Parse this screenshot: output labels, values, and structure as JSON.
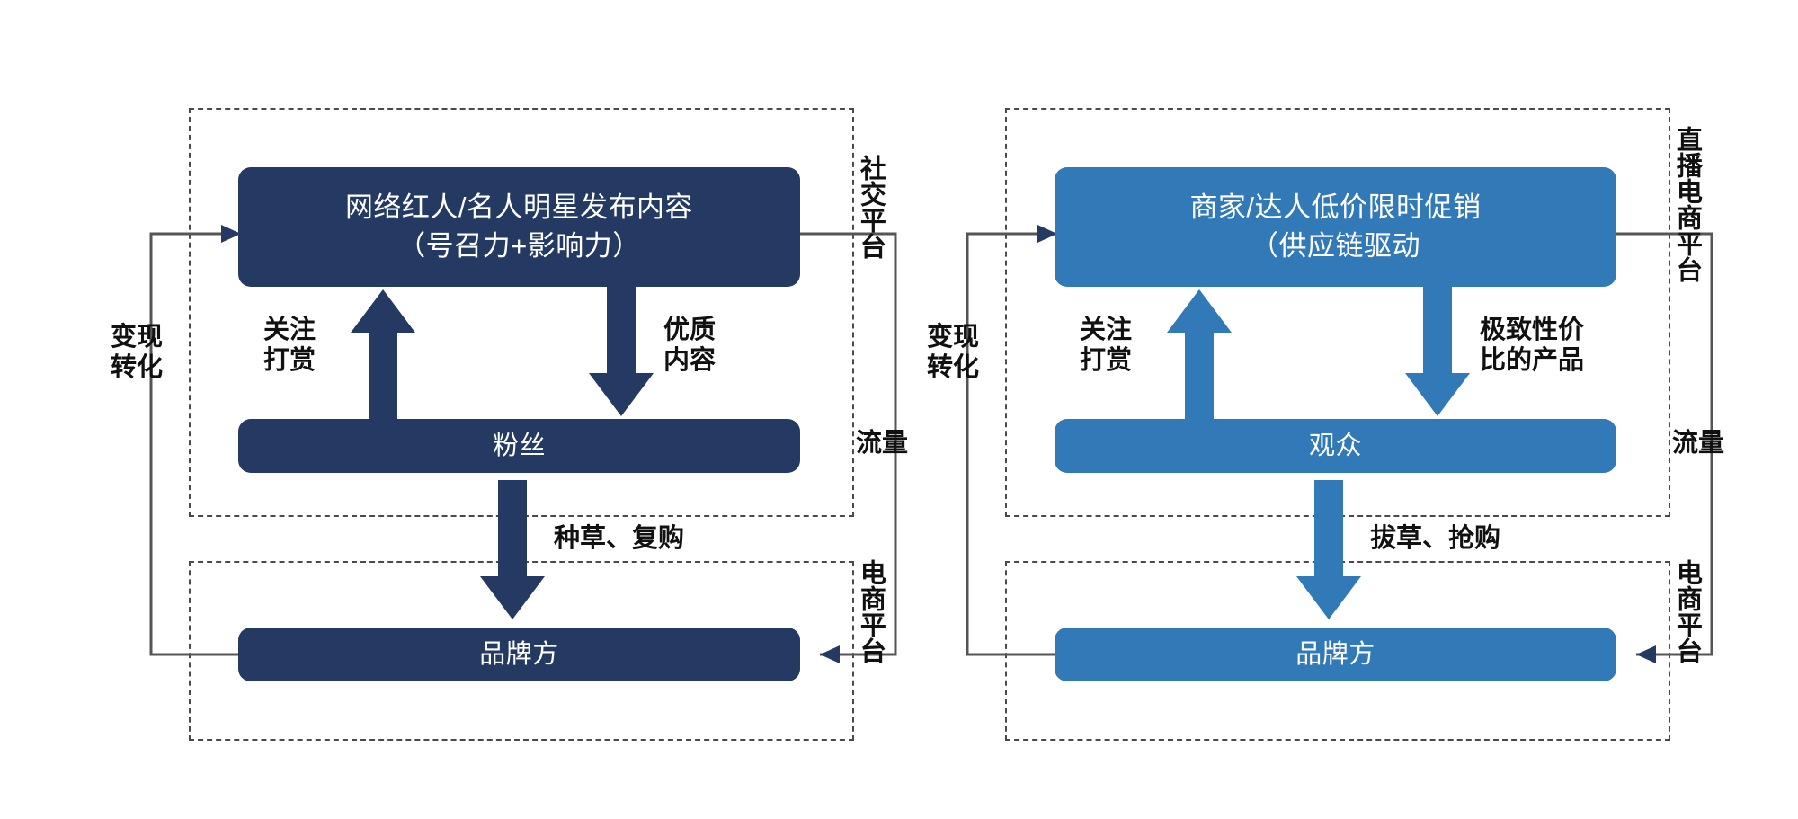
{
  "diagram": {
    "title_internal": "",
    "colors": {
      "dark_blue": "#243a62",
      "light_blue": "#3279b8",
      "line_gray": "#4a4a4a",
      "text_black": "#111111",
      "background": "#ffffff"
    },
    "panels": [
      {
        "id": "left",
        "theme": "dark",
        "top_node": {
          "line1": "网络红人/名人明星发布内容",
          "line2": "（号召力+影响力）"
        },
        "mid_node": {
          "line1": "粉丝"
        },
        "bottom_node": {
          "line1": "品牌方"
        },
        "arrow_labels": {
          "up": {
            "line1": "关注",
            "line2": "打赏"
          },
          "down": {
            "line1": "优质",
            "line2": "内容"
          },
          "to_brand": "种草、复购"
        },
        "side_labels": {
          "left_loop": {
            "line1": "变现",
            "line2": "转化"
          },
          "right_top": "社交平台",
          "right_mid": "流量",
          "right_bottom": "电商平台"
        }
      },
      {
        "id": "right",
        "theme": "light",
        "top_node": {
          "line1": "商家/达人低价限时促销",
          "line2": "（供应链驱动"
        },
        "mid_node": {
          "line1": "观众"
        },
        "bottom_node": {
          "line1": "品牌方"
        },
        "arrow_labels": {
          "up": {
            "line1": "关注",
            "line2": "打赏"
          },
          "down": {
            "line1": "极致性价",
            "line2": "比的产品"
          },
          "to_brand": "拔草、抢购"
        },
        "side_labels": {
          "left_loop": {
            "line1": "变现",
            "line2": "转化"
          },
          "right_top": "直播电商平台",
          "right_mid": "流量",
          "right_bottom": "电商平台"
        }
      }
    ]
  }
}
